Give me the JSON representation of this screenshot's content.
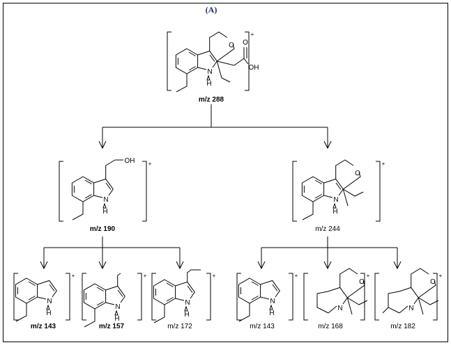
{
  "title": "(A)",
  "atoms": {
    "N": "N",
    "H": "H",
    "O": "O",
    "OH": "OH",
    "plus": "+"
  },
  "ions": {
    "parent": "m/z 288",
    "level2_left": "m/z 190",
    "level2_right": "m/z 244",
    "level3": [
      "m/z 143",
      "m/z 157",
      "m/z 172",
      "m/z 143",
      "m/z 168",
      "m/z 182"
    ]
  }
}
